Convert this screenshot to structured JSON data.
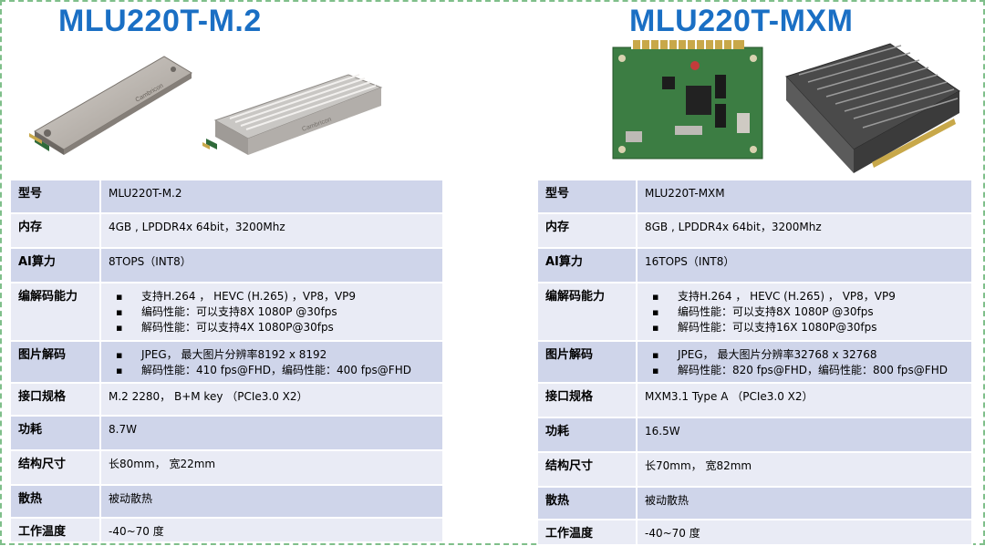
{
  "left": {
    "title": "MLU220T-M.2",
    "rows": [
      {
        "key": "型号",
        "value": "MLU220T-M.2"
      },
      {
        "key": "内存",
        "value": "4GB , LPDDR4x 64bit，3200Mhz"
      },
      {
        "key": "AI算力",
        "value": "8TOPS（INT8）"
      },
      {
        "key": "编解码能力",
        "bullets": [
          "支持H.264 ， HEVC (H.265)  ，VP8，VP9",
          "编码性能：可以支持8X 1080P @30fps",
          "解码性能：可以支持4X 1080P@30fps"
        ]
      },
      {
        "key": "图片解码",
        "bullets": [
          "JPEG， 最大图片分辨率8192 x 8192",
          "解码性能：410 fps@FHD，编码性能：400 fps@FHD"
        ]
      },
      {
        "key": "接口规格",
        "value": "M.2 2280， B+M key （PCIe3.0 X2）"
      },
      {
        "key": "功耗",
        "value": "8.7W"
      },
      {
        "key": "结构尺寸",
        "value": "长80mm， 宽22mm"
      },
      {
        "key": "散热",
        "value": "被动散热"
      },
      {
        "key": "工作温度",
        "value": "-40~70 度"
      }
    ]
  },
  "right": {
    "title": "MLU220T-MXM",
    "rows": [
      {
        "key": "型号",
        "value": "MLU220T-MXM"
      },
      {
        "key": "内存",
        "value": "8GB , LPDDR4x 64bit，3200Mhz"
      },
      {
        "key": "AI算力",
        "value": "16TOPS（INT8）"
      },
      {
        "key": "编解码能力",
        "bullets": [
          "支持H.264 ， HEVC (H.265)  ， VP8，VP9",
          "编码性能：可以支持8X 1080P @30fps",
          "解码性能：可以支持16X 1080P@30fps"
        ]
      },
      {
        "key": "图片解码",
        "bullets": [
          "JPEG， 最大图片分辨率32768 x 32768",
          "解码性能：820 fps@FHD，编码性能：800 fps@FHD"
        ]
      },
      {
        "key": "接口规格",
        "value": "MXM3.1 Type A  （PCIe3.0 X2）"
      },
      {
        "key": "功耗",
        "value": "16.5W"
      },
      {
        "key": "结构尺寸",
        "value": "长70mm， 宽82mm"
      },
      {
        "key": "散热",
        "value": "被动散热"
      },
      {
        "key": "工作温度",
        "value": "-40~70  度"
      }
    ]
  },
  "brand_on_module": "Cambricon",
  "colors": {
    "title": "#1a6fc4",
    "row_dark": "#cfd5ea",
    "row_light": "#e9ebf5",
    "frame": "#7fbf8a"
  }
}
